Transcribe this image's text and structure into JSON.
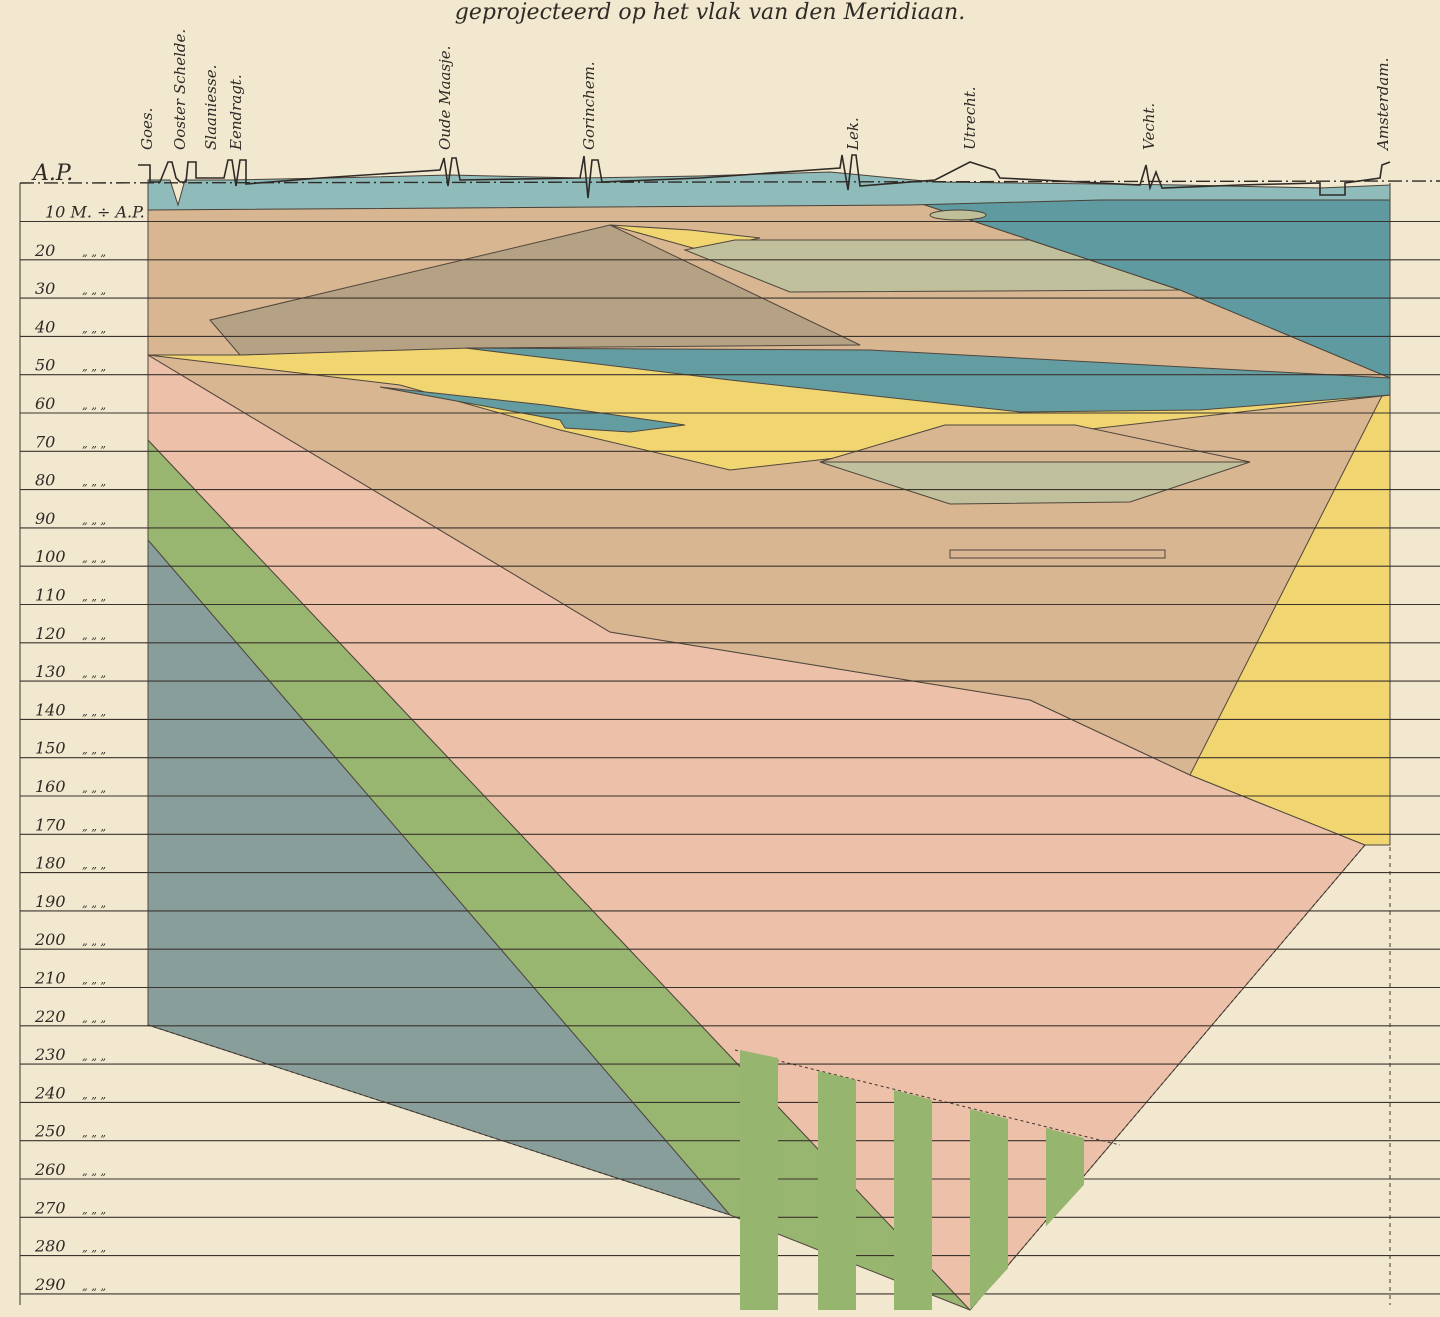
{
  "subtitle": "geprojecteerd op het vlak van den Meridiaan.",
  "places": [
    "Goes.",
    "Ooster Schelde.",
    "Slaaniesse.",
    "Eendragt.",
    "Oude Maasje.",
    "Gorinchem.",
    "Lek.",
    "Utrecht.",
    "Vecht.",
    "Amsterdam."
  ],
  "datum_label": "A.P.",
  "depth_labels": [
    {
      "num": "10 M. ÷ A.P.",
      "ditto": ""
    },
    {
      "num": "20",
      "ditto": "„ „ „"
    },
    {
      "num": "30",
      "ditto": "„ „ „"
    },
    {
      "num": "40",
      "ditto": "„ „ „"
    },
    {
      "num": "50",
      "ditto": "„ „ „"
    },
    {
      "num": "60",
      "ditto": "„ „ „"
    },
    {
      "num": "70",
      "ditto": "„ „ „"
    },
    {
      "num": "80",
      "ditto": "„ „ „"
    },
    {
      "num": "90",
      "ditto": "„ „ „"
    },
    {
      "num": "100",
      "ditto": "„ „ „"
    },
    {
      "num": "110",
      "ditto": "„ „ „"
    },
    {
      "num": "120",
      "ditto": "„ „ „"
    },
    {
      "num": "130",
      "ditto": "„ „ „"
    },
    {
      "num": "140",
      "ditto": "„ „ „"
    },
    {
      "num": "150",
      "ditto": "„ „ „"
    },
    {
      "num": "160",
      "ditto": "„ „ „"
    },
    {
      "num": "170",
      "ditto": "„ „ „"
    },
    {
      "num": "180",
      "ditto": "„ „ „"
    },
    {
      "num": "190",
      "ditto": "„ „ „"
    },
    {
      "num": "200",
      "ditto": "„ „ „"
    },
    {
      "num": "210",
      "ditto": "„ „ „"
    },
    {
      "num": "220",
      "ditto": "„ „ „"
    },
    {
      "num": "230",
      "ditto": "„ „ „"
    },
    {
      "num": "240",
      "ditto": "„ „ „"
    },
    {
      "num": "250",
      "ditto": "„ „ „"
    },
    {
      "num": "260",
      "ditto": "„ „ „"
    },
    {
      "num": "270",
      "ditto": "„ „ „"
    },
    {
      "num": "280",
      "ditto": "„ „ „"
    },
    {
      "num": "290",
      "ditto": "„ „ „"
    }
  ],
  "colors": {
    "paper": "#f1e8cf",
    "water_top": "#8fbcba",
    "water_deep": "#5e9aa0",
    "clay_tan": "#d6b48f",
    "dark_wedge": "#b39f80",
    "yellow_sand": "#f0d56e",
    "sage_green": "#bfc09a",
    "pink": "#edbfa8",
    "olive_green": "#96b56e",
    "slate_blue": "#849c98",
    "ink": "#2f2a26"
  }
}
